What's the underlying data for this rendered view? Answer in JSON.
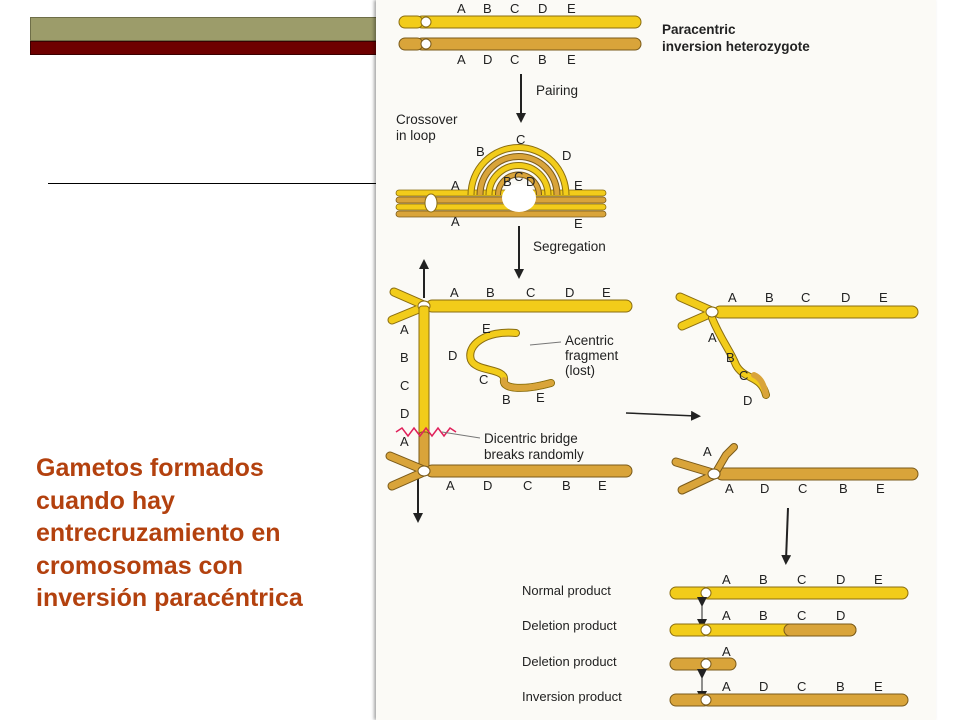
{
  "slide": {
    "caption": "Gametos formados cuando hay entrecruzamiento en cromosomas con inversión paracéntrica"
  },
  "diagram": {
    "title_line1": "Paracentric",
    "title_line2": "inversion heterozygote",
    "step_pairing": "Pairing",
    "step_crossover_line1": "Crossover",
    "step_crossover_line2": "in loop",
    "step_segregation": "Segregation",
    "acentric_line1": "Acentric",
    "acentric_line2": "fragment",
    "acentric_line3": "(lost)",
    "dicentric_line1": "Dicentric bridge",
    "dicentric_line2": "breaks randomly",
    "gene_A": "A",
    "gene_B": "B",
    "gene_C": "C",
    "gene_D": "D",
    "gene_E": "E",
    "products": [
      {
        "label": "Normal product"
      },
      {
        "label": "Deletion product"
      },
      {
        "label": "Deletion product"
      },
      {
        "label": "Inversion product"
      }
    ]
  },
  "colors": {
    "caption": "#b3410e",
    "chromosome_yellow": "#f2cc1a",
    "chromosome_orange": "#d9a43a",
    "title_bar_olive": "#9c9c6a",
    "title_bar_red": "#6e0000"
  }
}
